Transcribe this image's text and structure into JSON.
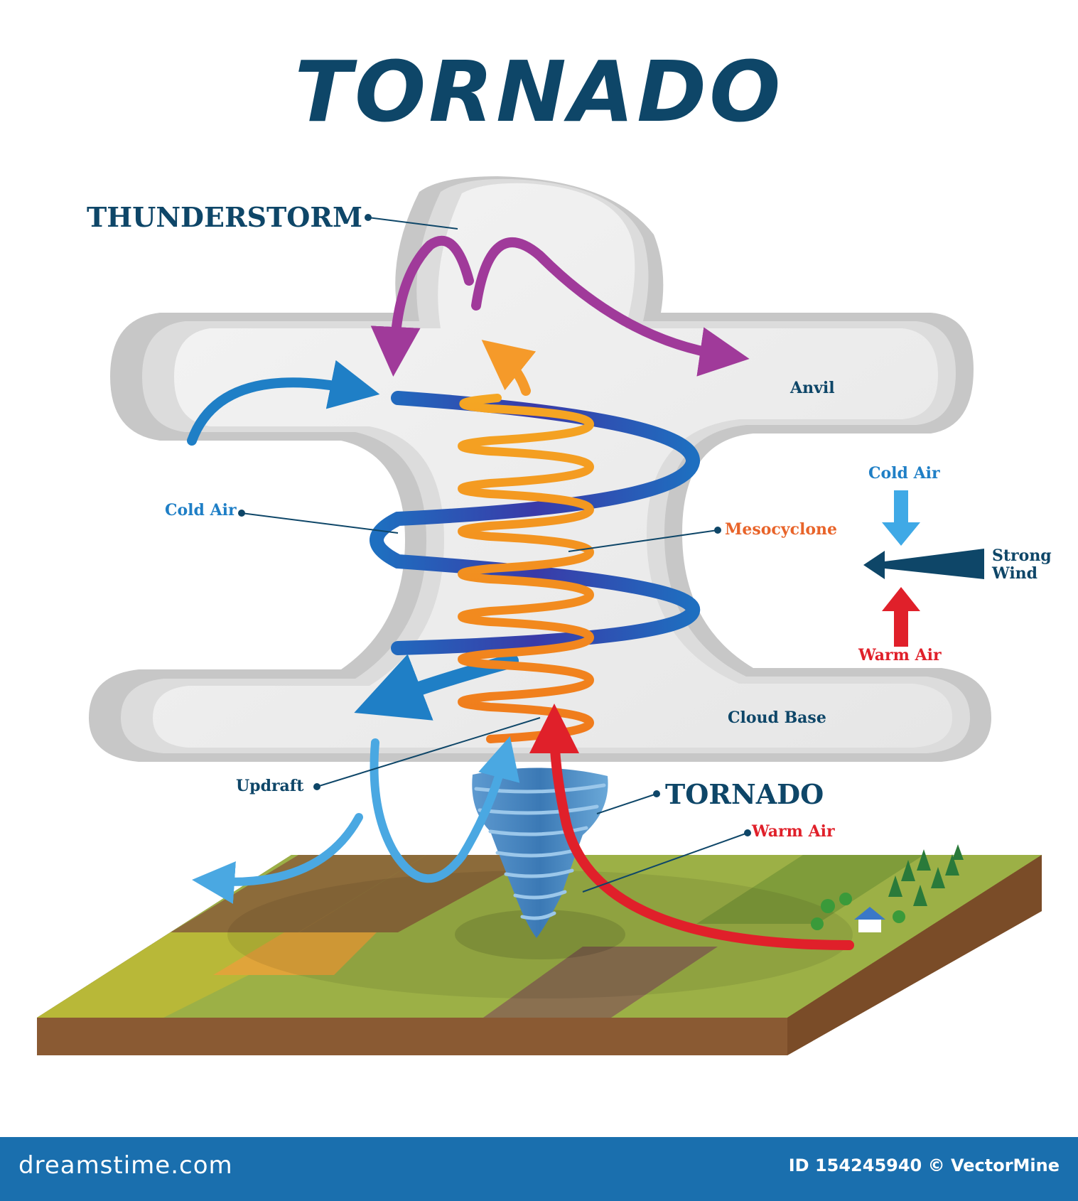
{
  "title": "Tornado",
  "labels": {
    "thunderstorm": "THUNDERSTORM",
    "anvil": "Anvil",
    "cold_air_left": "Cold Air",
    "cold_air_right": "Cold Air",
    "mesocyclone": "Mesocyclone",
    "strong_wind_line1": "Strong",
    "strong_wind_line2": "Wind",
    "warm_air_right": "Warm Air",
    "cloud_base": "Cloud Base",
    "updraft": "Updraft",
    "tornado": "TORNADO",
    "warm_air_ground": "Warm Air"
  },
  "footer": {
    "brand": "dreamstime.com",
    "credit": "ID 154245940 © VectorMine"
  },
  "colors": {
    "title": "#0e4668",
    "cold_air": "#1f7fc6",
    "mesocyclone": "#e8642a",
    "warm_air": "#e0202a",
    "downdraft": "#a03a9a",
    "footer": "#1a6fae"
  }
}
